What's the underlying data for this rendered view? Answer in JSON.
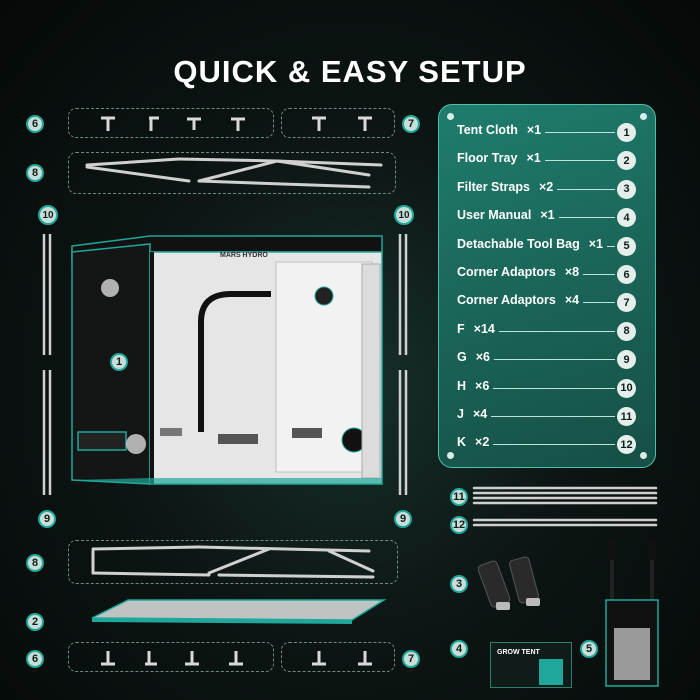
{
  "title": "QUICK & EASY SETUP",
  "brand": "MARS HYDRO",
  "box_label": "GROW TENT",
  "parts": [
    {
      "label": "Tent Cloth",
      "qty": "×1",
      "num": "1"
    },
    {
      "label": "Floor Tray",
      "qty": "×1",
      "num": "2"
    },
    {
      "label": "Filter Straps",
      "qty": "×2",
      "num": "3"
    },
    {
      "label": "User Manual",
      "qty": "×1",
      "num": "4"
    },
    {
      "label": "Detachable Tool Bag",
      "qty": "×1",
      "num": "5"
    },
    {
      "label": "Corner Adaptors",
      "qty": "×8",
      "num": "6"
    },
    {
      "label": "Corner Adaptors",
      "qty": "×4",
      "num": "7"
    },
    {
      "label": "F",
      "qty": "×14",
      "num": "8"
    },
    {
      "label": "G",
      "qty": "×6",
      "num": "9"
    },
    {
      "label": "H",
      "qty": "×6",
      "num": "10"
    },
    {
      "label": "J",
      "qty": "×4",
      "num": "11"
    },
    {
      "label": "K",
      "qty": "×2",
      "num": "12"
    }
  ],
  "badges": {
    "b6": "6",
    "b7": "7",
    "b8": "8",
    "b10": "10",
    "b9": "9",
    "b1": "1",
    "b2": "2",
    "b3": "3",
    "b4": "4",
    "b5": "5",
    "b11": "11",
    "b12": "12"
  },
  "colors": {
    "accent": "#1fa89a",
    "panel": "#1a6558",
    "background": "#0d1614"
  }
}
